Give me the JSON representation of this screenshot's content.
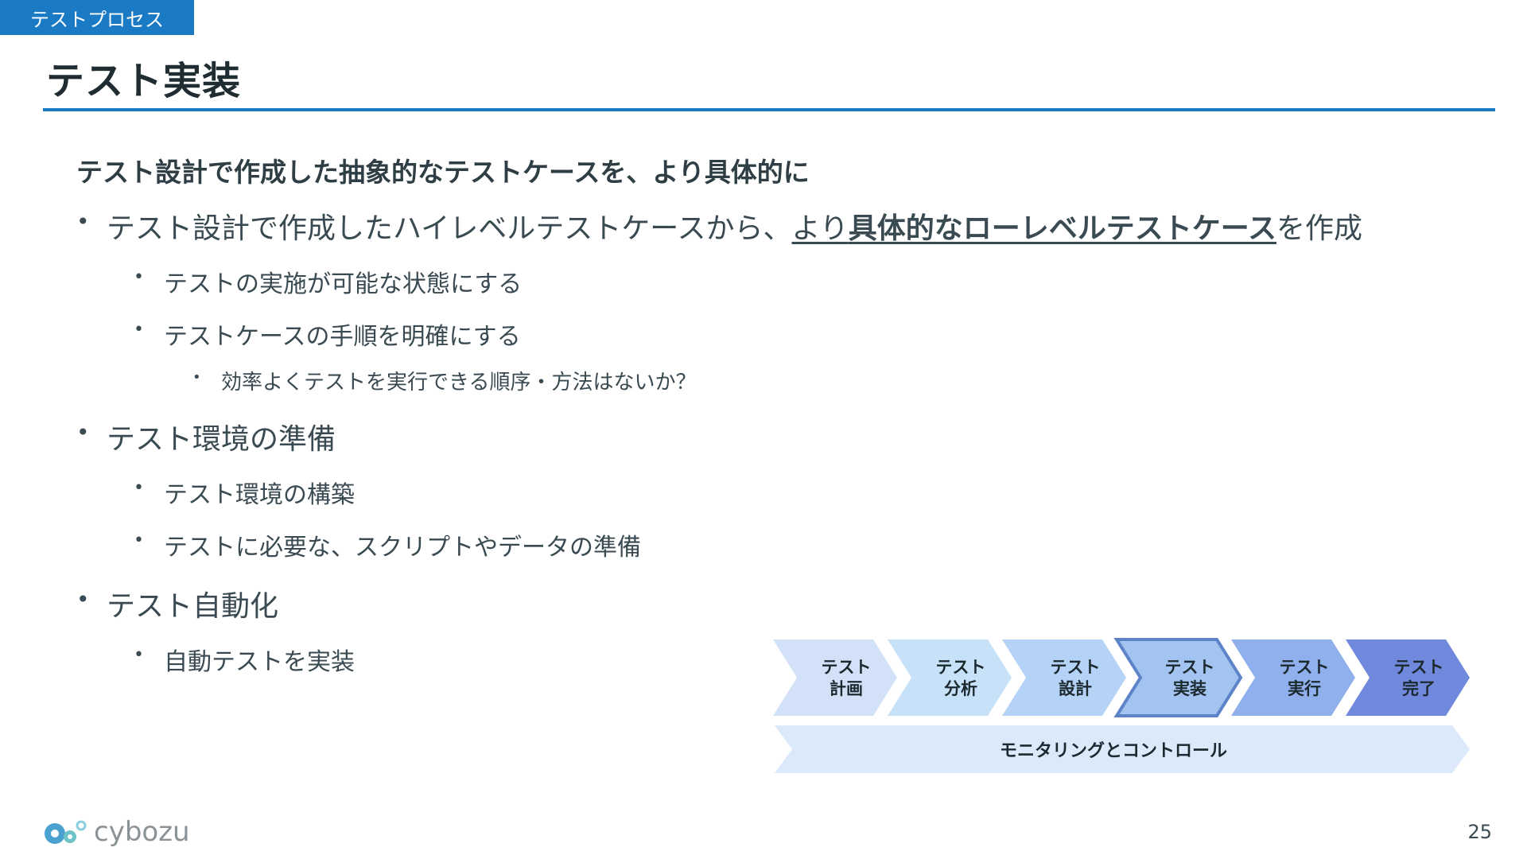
{
  "header": {
    "section_tag": "テストプロセス",
    "title": "テスト実装",
    "accent_color": "#1a7ac4"
  },
  "lead": "テスト設計で作成した抽象的なテストケースを、より具体的に",
  "bullets": {
    "b1": {
      "before": "テスト設計で作成したハイレベルテストケースから、",
      "emph_plain": "より",
      "emph_bold": "具体的なローレベルテストケース",
      "after": "を作成"
    },
    "b1_1": "テストの実施が可能な状態にする",
    "b1_2": "テストケースの手順を明確にする",
    "b1_2_1": "効率よくテストを実行できる順序・方法はないか？",
    "b2": "テスト環境の準備",
    "b2_1": "テスト環境の構築",
    "b2_2": "テストに必要な、スクリプトやデータの準備",
    "b3": "テスト自動化",
    "b3_1": "自動テストを実装"
  },
  "process": {
    "stages": [
      {
        "line1": "テスト",
        "line2": "計画",
        "color": "#d3e1f8"
      },
      {
        "line1": "テスト",
        "line2": "分析",
        "color": "#c6e1f8"
      },
      {
        "line1": "テスト",
        "line2": "設計",
        "color": "#b5d3f6"
      },
      {
        "line1": "テスト",
        "line2": "実装",
        "color": "#a3c4f0",
        "active": true,
        "border": "#5d84c8"
      },
      {
        "line1": "テスト",
        "line2": "実行",
        "color": "#8fb0ec"
      },
      {
        "line1": "テスト",
        "line2": "完了",
        "color": "#7089dc"
      }
    ],
    "monitoring": "モニタリングとコントロール",
    "monitoring_color": "#dbe9fb"
  },
  "footer": {
    "logo_text": "cybozu",
    "page_number": "25"
  }
}
